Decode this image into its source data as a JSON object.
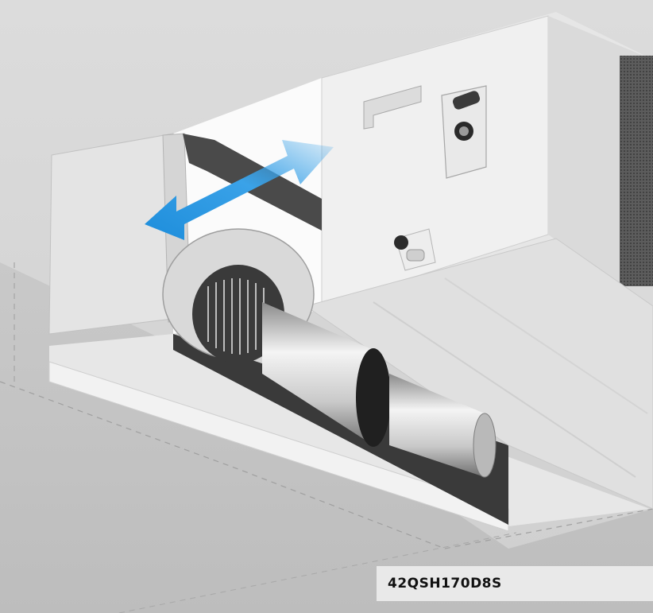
{
  "product": {
    "model_code": "42QSH170D8S"
  },
  "colors": {
    "background": "#d6d6d6",
    "panel_light": "#f1f1f1",
    "panel_mid": "#e1e1e1",
    "panel_shadow": "#bdbdbd",
    "airflow_arrow": "#1f93e0",
    "label_bg": "#e9e9e9",
    "label_text": "#111111"
  },
  "icons": {
    "airflow": "double-headed-arrow-icon",
    "fan": "centrifugal-fan-blower",
    "filter": "air-filter-mesh"
  }
}
